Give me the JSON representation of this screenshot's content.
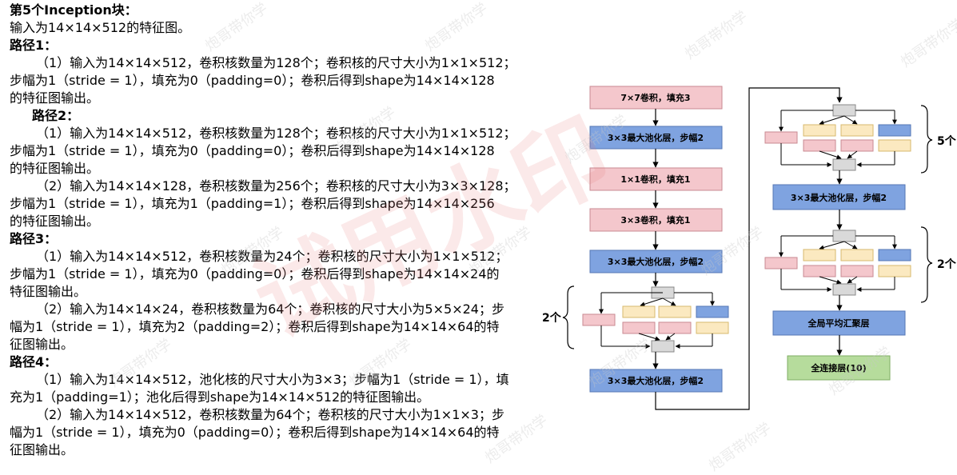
{
  "text": {
    "title": "第5个Inception块：",
    "input": "输入为14×14×512的特征图。",
    "path1": {
      "heading": "路径1：",
      "lines": [
        "（1）输入为14×14×512，卷积核数量为128个；卷积核的尺寸大小为1×1×512；",
        "步幅为1（stride = 1），填充为0（padding=0）；卷积后得到shape为14×14×128",
        "的特征图输出。"
      ]
    },
    "path2": {
      "heading": "路径2：",
      "lines": [
        "（1）输入为14×14×512，卷积核数量为128个；卷积核的尺寸大小为1×1×512；",
        "步幅为1（stride = 1），填充为0（padding=0）；卷积后得到shape为14×14×128",
        "的特征图输出。",
        "（2）输入为14×14×128，卷积核数量为256个；卷积核的尺寸大小为3×3×128；",
        "步幅为1（stride = 1），填充为1（padding=1）；卷积后得到shape为14×14×256",
        "的特征图输出。"
      ]
    },
    "path3": {
      "heading": "路径3：",
      "lines": [
        "（1）输入为14×14×512，卷积核数量为24个；卷积核的尺寸大小为1×1×512；",
        "步幅为1（stride = 1），填充为0（padding=0）；卷积后得到shape为14×14×24的",
        "特征图输出。",
        "（2）输入为14×14×24，卷积核数量为64个；卷积核的尺寸大小为5×5×24；步",
        "幅为1（stride = 1），填充为2（padding=2）；卷积后得到shape为14×14×64的特",
        "征图输出。"
      ]
    },
    "path4": {
      "heading": "路径4：",
      "lines": [
        "（1）输入为14×14×512，池化核的尺寸大小为3×3；步幅为1（stride = 1），填",
        "充为1（padding=1）；池化后得到shape为14×14×512的特征图输出。",
        "（2）输入为14×14×512，卷积核数量为64个；卷积核的尺寸大小为1×1×3；步",
        "幅为1（stride = 1），填充为0（padding=0）；卷积后得到shape为14×14×64的特",
        "征图输出。"
      ]
    }
  },
  "diagram": {
    "layers": {
      "conv7": "7×7卷积，填充3",
      "pool1": "3×3最大池化层，步幅2",
      "conv1": "1×1卷积，填充1",
      "conv3": "3×3卷积，填充1",
      "pool2": "3×3最大池化层，步幅2",
      "pool3": "3×3最大池化层，步幅2",
      "pool4": "3×3最大池化层，步幅2",
      "gap": "全局平均汇聚层",
      "fc": "全连接层(10)"
    },
    "repeat_labels": {
      "block_a": "2个",
      "block_b": "5个",
      "block_c": "2个"
    },
    "colors": {
      "conv": "#f4c7cc",
      "pool": "#7fa3e0",
      "bottleneck": "#fbe9c0",
      "merge": "#d9d9d9",
      "fc": "#b6dc9c"
    }
  },
  "watermarks": {
    "main": "试用水印",
    "small": "炮哥带你学"
  }
}
